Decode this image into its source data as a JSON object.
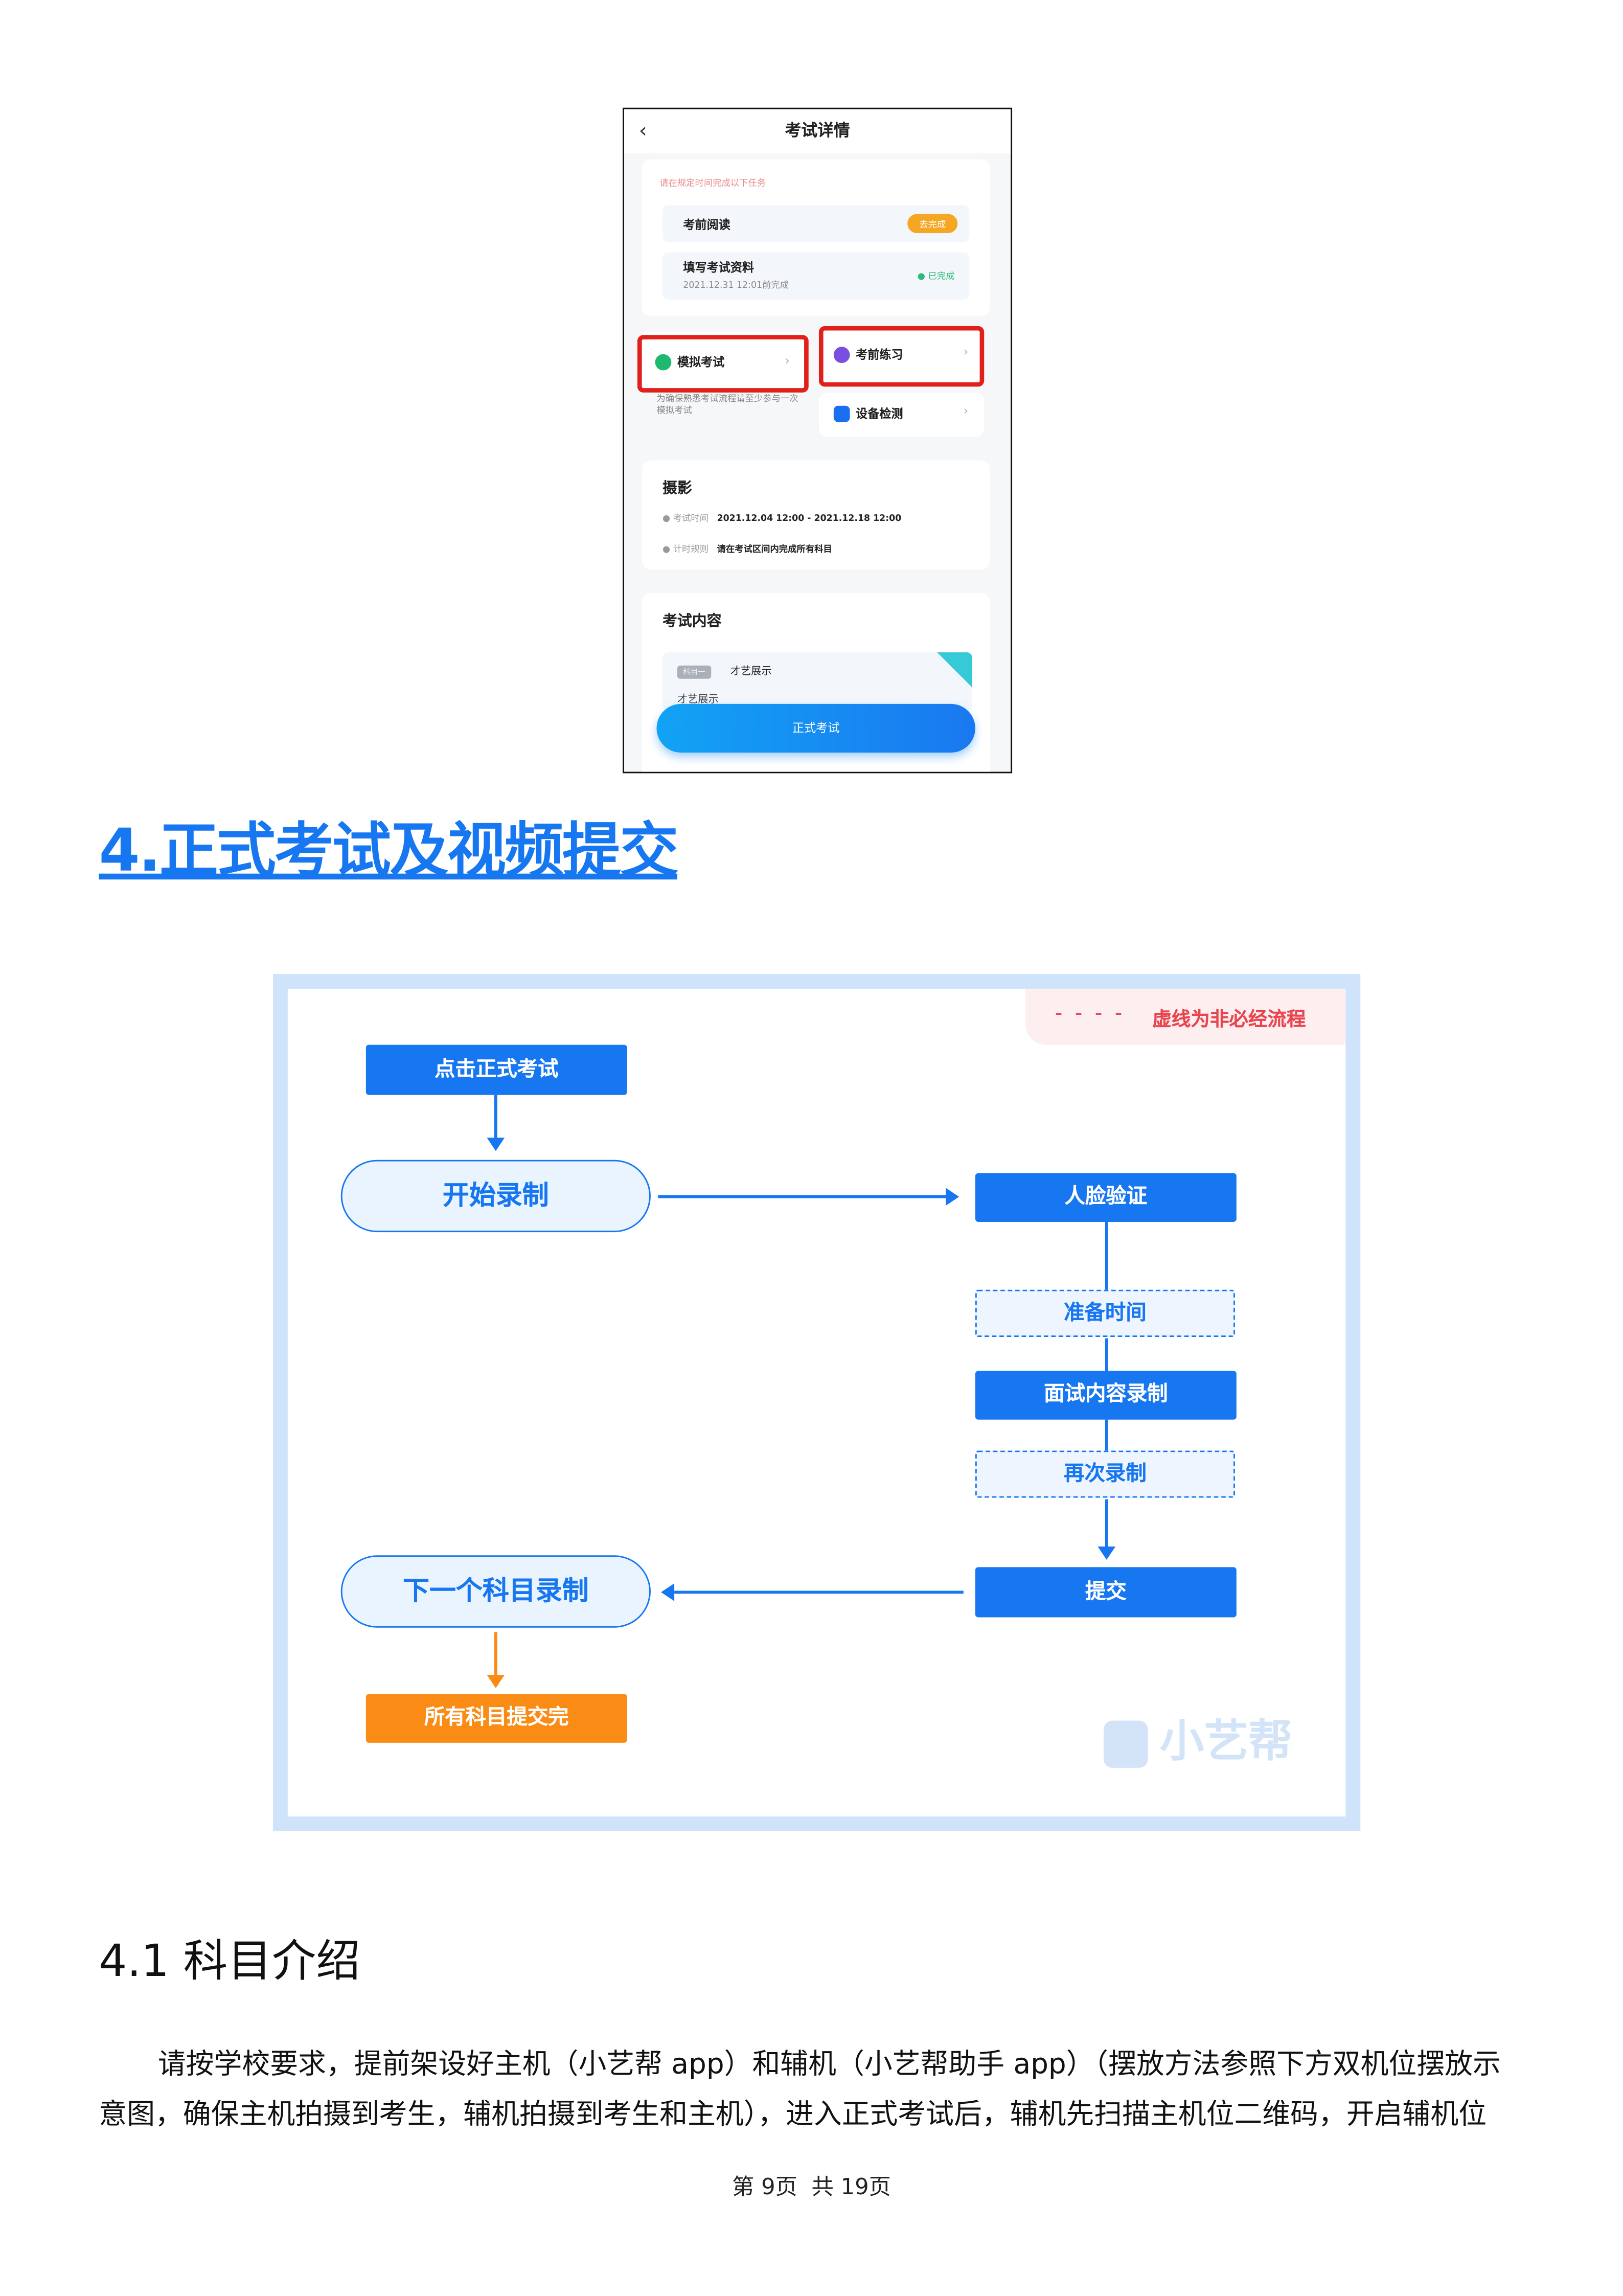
{
  "phone": {
    "title": "考试详情",
    "task_hint": "请在规定时间完成以下任务",
    "tasks": [
      {
        "label": "考前阅读",
        "status": "去完成"
      },
      {
        "label": "填写考试资料",
        "sub": "2021.12.31 12:01前完成",
        "status": "已完成"
      }
    ],
    "mock_exam": {
      "label": "模拟考试",
      "desc": "为确保熟悉考试流程请至少参与一次模拟考试"
    },
    "practice": {
      "label": "考前练习"
    },
    "device_check": {
      "label": "设备检测"
    },
    "exam": {
      "name": "摄影",
      "time_label": "考试时间",
      "time_value": "2021.12.04 12:00 - 2021.12.18 12:00",
      "rule_label": "计时规则",
      "rule_value": "请在考试区间内完成所有科目"
    },
    "content": {
      "title": "考试内容",
      "subject_tag": "科目一",
      "subject_name": "才艺展示",
      "subject_desc": "才艺展示"
    },
    "start_button": "正式考试"
  },
  "heading": "4.正式考试及视频提交",
  "flow": {
    "legend": "虚线为非必经流程",
    "nodes": {
      "click_exam": "点击正式考试",
      "start_record": "开始录制",
      "face_verify": "人脸验证",
      "prep_time": "准备时间",
      "record_content": "面试内容录制",
      "re_record": "再次录制",
      "submit": "提交",
      "next_subject": "下一个科目录制",
      "all_done": "所有科目提交完"
    },
    "watermark": "小艺帮"
  },
  "section_title": "4.1 科目介绍",
  "paragraph": [
    "请按学校要求，提前架设好主机（小艺帮 app）和辅机（小艺帮助手 app）（摆放方法参照下方双机位摆放示",
    "意图，确保主机拍摄到考生，辅机拍摄到考生和主机），进入正式考试后，辅机先扫描主机位二维码，开启辅机位"
  ],
  "footer": "第 9页  共 19页"
}
